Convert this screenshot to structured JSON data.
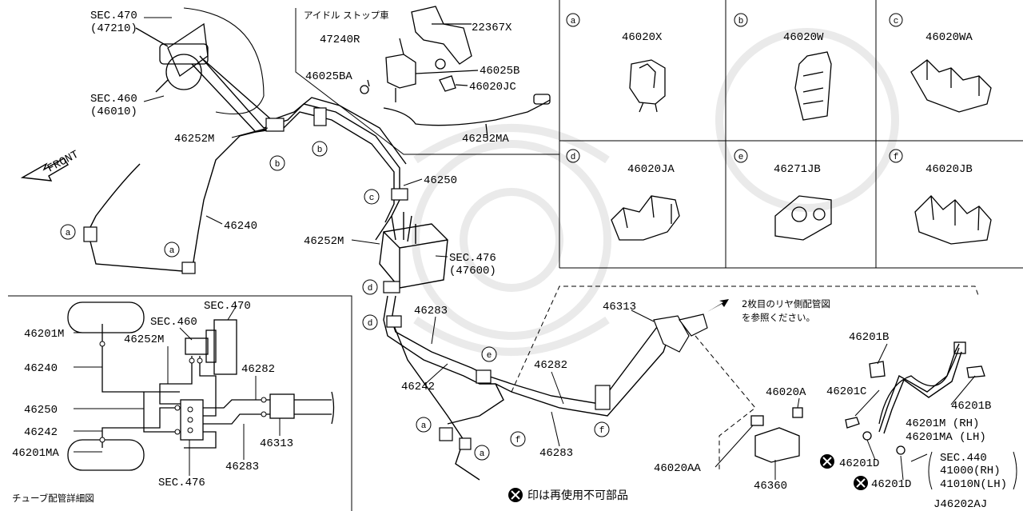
{
  "diagram_code": "J46202AJ",
  "front_label": "FRONT",
  "legend_text": "印は再使用不可部品",
  "callout_letters": [
    "a",
    "b",
    "c",
    "d",
    "e",
    "f"
  ],
  "clip_panels": [
    {
      "letter": "a",
      "part": "46020X"
    },
    {
      "letter": "b",
      "part": "46020W"
    },
    {
      "letter": "c",
      "part": "46020WA"
    },
    {
      "letter": "d",
      "part": "46020JA"
    },
    {
      "letter": "e",
      "part": "46271JB"
    },
    {
      "letter": "f",
      "part": "46020JB"
    }
  ],
  "idle_stop": {
    "title": "アイドル ストップ車",
    "parts": [
      "22367X",
      "47240R",
      "46025B",
      "46025BA",
      "46020JC",
      "46252MA"
    ]
  },
  "rear_note": [
    "2枚目のリヤ側配管図",
    "を参照ください。"
  ],
  "main_labels": {
    "sec470": "SEC.470",
    "sec470_code": "(47210)",
    "sec460": "SEC.460",
    "sec460_code": "(46010)",
    "p46252M": "46252M",
    "p46240": "46240",
    "p46250": "46250",
    "p46252M_b": "46252M",
    "sec476": "SEC.476",
    "sec476_code": "(47600)",
    "p46283": "46283",
    "p46242": "46242",
    "p46282": "46282",
    "p46283_b": "46283",
    "p46313": "46313",
    "p46201B": "46201B",
    "p46201C": "46201C",
    "p46201B_b": "46201B",
    "p46201M": "46201M (RH)",
    "p46201MA": "46201MA (LH)",
    "p46020A": "46020A",
    "p46020AA": "46020AA",
    "p46360": "46360",
    "p46201D": "46201D",
    "p46201D_b": "46201D",
    "sec440": "SEC.440",
    "p41000": "41000(RH)",
    "p41010N": "41010N(LH)"
  },
  "schematic": {
    "title": "チューブ配管詳細図",
    "labels": {
      "sec470": "SEC.470",
      "sec460": "SEC.460",
      "p46252M": "46252M",
      "p46201M": "46201M",
      "p46240": "46240",
      "p46250": "46250",
      "p46242": "46242",
      "p46201MA": "46201MA",
      "p46282": "46282",
      "p46313": "46313",
      "p46283": "46283",
      "sec476": "SEC.476"
    }
  }
}
